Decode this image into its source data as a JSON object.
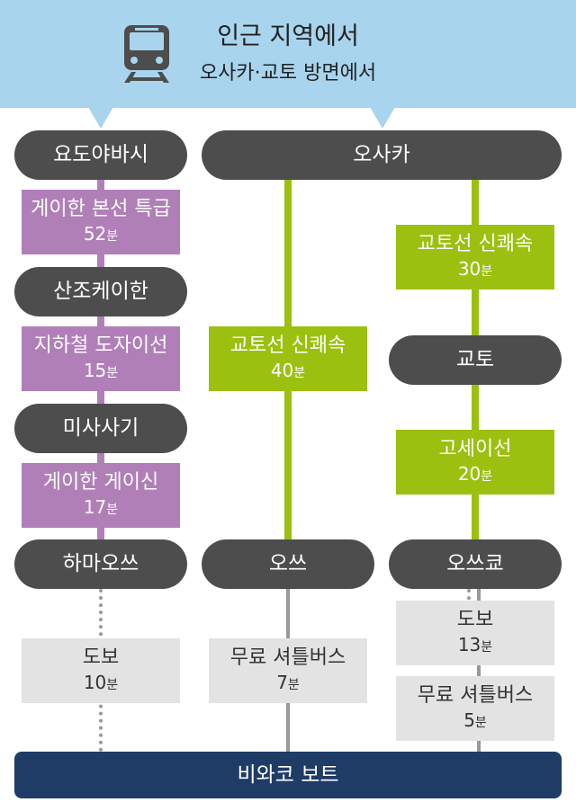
{
  "header": {
    "title": "인근 지역에서",
    "subtitle": "오사카·교토 방면에서",
    "icon": "train-icon",
    "background_color": "#a8d4ee"
  },
  "colors": {
    "station": "#4d4d4d",
    "keihan": "#b07fb8",
    "jr": "#9bc00f",
    "transfer": "#e3e3e3",
    "destination": "#1e3c66"
  },
  "stations": {
    "yodoyabashi": "요도야바시",
    "sanjo_keihan": "산조케이한",
    "misasagi": "미사사기",
    "hamaotsu": "하마오쓰",
    "osaka": "오사카",
    "otsu": "오쓰",
    "kyoto": "교토",
    "otsukyo": "오쓰쿄"
  },
  "routes": {
    "keihan_main": {
      "name": "게이한 본선 특급",
      "time": "52",
      "unit": "분"
    },
    "tozai": {
      "name": "지하철 도자이선",
      "time": "15",
      "unit": "분"
    },
    "keishin": {
      "name": "게이한 게이신",
      "time": "17",
      "unit": "분"
    },
    "walk_left": {
      "name": "도보",
      "time": "10",
      "unit": "분"
    },
    "kyoto_rapid_40": {
      "name": "교토선 신쾌속",
      "time": "40",
      "unit": "분"
    },
    "shuttle_mid": {
      "name": "무료 셔틀버스",
      "time": "7",
      "unit": "분"
    },
    "kyoto_rapid_30": {
      "name": "교토선 신쾌속",
      "time": "30",
      "unit": "분"
    },
    "kosei": {
      "name": "고세이선",
      "time": "20",
      "unit": "분"
    },
    "walk_right": {
      "name": "도보",
      "time": "13",
      "unit": "분"
    },
    "shuttle_right": {
      "name": "무료 셔틀버스",
      "time": "5",
      "unit": "분"
    }
  },
  "destination": "비와코 보트"
}
